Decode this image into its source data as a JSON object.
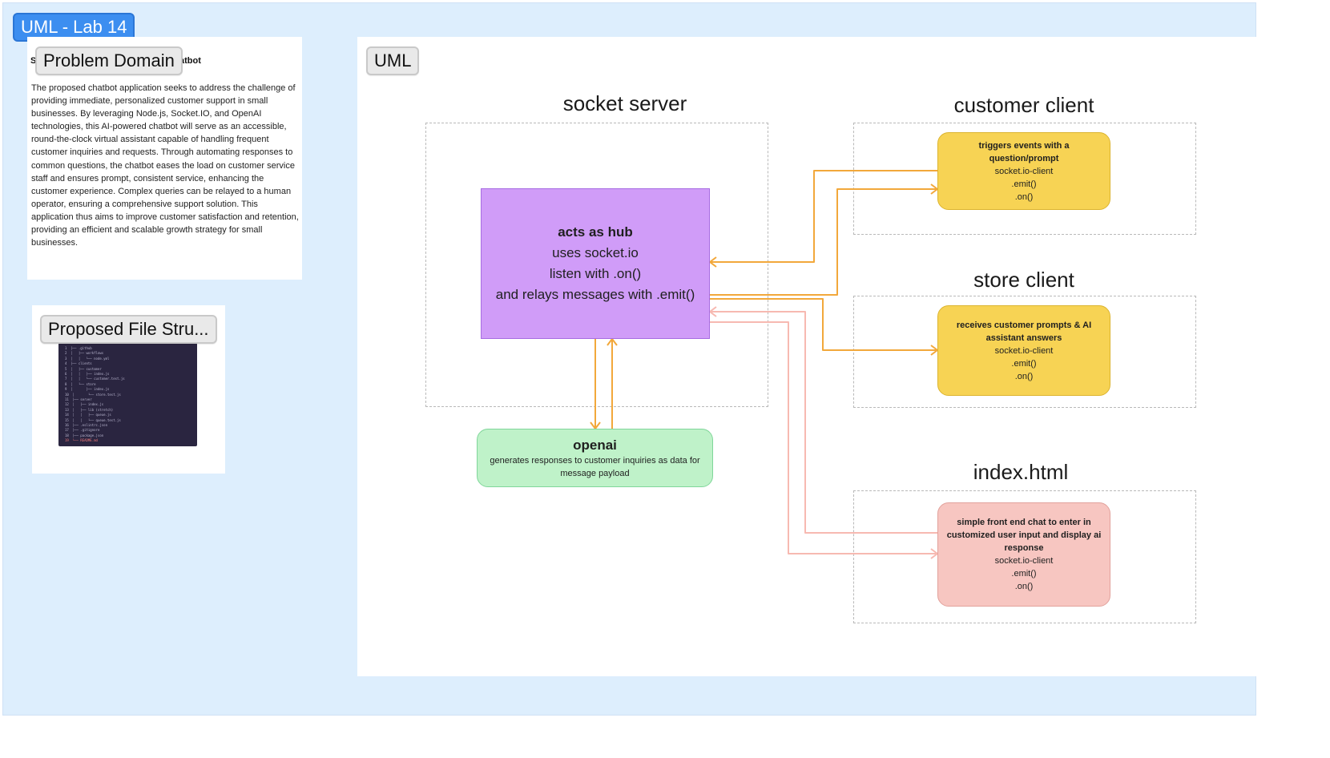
{
  "section": {
    "title": "UML - Lab 14"
  },
  "problem_domain": {
    "tag": "Problem Domain",
    "doc_title_start": "S",
    "doc_title_end": "atbot",
    "body": "The proposed chatbot application seeks to address the challenge of providing immediate, personalized customer support in small businesses. By leveraging Node.js, Socket.IO, and OpenAI technologies, this AI-powered chatbot will serve as an accessible, round-the-clock virtual assistant capable of handling frequent customer inquiries and requests. Through automating responses to common questions, the chatbot eases the load on customer service staff and ensures prompt, consistent service, enhancing the customer experience. Complex queries can be relayed to a human operator, ensuring a comprehensive support solution. This application thus aims to improve customer satisfaction and retention, providing an efficient and scalable growth strategy for small businesses."
  },
  "file_structure": {
    "tag": "Proposed File Stru...",
    "lines": [
      "├── .github",
      "│   ├── workflows",
      "│   │   └── node.yml",
      "├── clients",
      "│   ├── customer",
      "│   │   ├── index.js",
      "│   │   └── customer.test.js",
      "│   └── store",
      "│       ├── index.js",
      "│       └── store.test.js",
      "├── server",
      "│   ├── index.js",
      "│   ├── lib (stretch)",
      "│   │   ├── queue.js",
      "│   │   └── queue.test.js",
      "├── .eslintrc.json",
      "├── .gitignore",
      "├── package.json",
      "└── README.md"
    ]
  },
  "uml": {
    "tag": "UML",
    "lanes": {
      "socket_server": "socket server",
      "customer_client": "customer client",
      "store_client": "store client",
      "index_html": "index.html"
    },
    "hub": {
      "title": "acts as hub",
      "line1": "uses socket.io",
      "line2": "listen with .on()",
      "line3": "and relays messages with .emit()"
    },
    "openai": {
      "title": "openai",
      "desc": "generates responses to customer inquiries as data for message payload"
    },
    "customer": {
      "title": "triggers events with a question/prompt",
      "l1": "socket.io-client",
      "l2": ".emit()",
      "l3": ".on()"
    },
    "store": {
      "title": "receives customer prompts & AI assistant answers",
      "l1": "socket.io-client",
      "l2": ".emit()",
      "l3": ".on()"
    },
    "index": {
      "title": "simple front end chat to enter in customized user input and display ai response",
      "l1": "socket.io-client",
      "l2": ".emit()",
      "l3": ".on()"
    },
    "colors": {
      "orange_wire": "#f2a83b",
      "pink_wire": "#f7b9b1"
    }
  }
}
